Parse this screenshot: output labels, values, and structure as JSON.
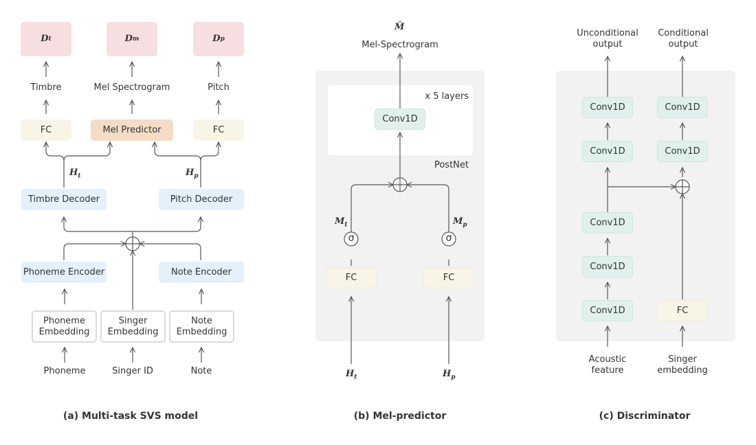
{
  "panel_a": {
    "caption": "(a) Multi-task SVS model",
    "dt": "D",
    "dt_sub": "t",
    "dm": "D",
    "dm_sub": "m",
    "dp": "D",
    "dp_sub": "p",
    "timbre": "Timbre",
    "mel_spec": "Mel Spectrogram",
    "pitch": "Pitch",
    "fc": "FC",
    "mel_predictor": "Mel Predictor",
    "ht": "H",
    "ht_sub": "t",
    "hp": "H",
    "hp_sub": "p",
    "timbre_decoder": "Timbre Decoder",
    "pitch_decoder": "Pitch Decoder",
    "phoneme_encoder": "Phoneme Encoder",
    "note_encoder": "Note Encoder",
    "phoneme_embedding": "Phoneme Embedding",
    "singer_embedding": "Singer Embedding",
    "note_embedding": "Note Embedding",
    "phoneme": "Phoneme",
    "singer_id": "Singer ID",
    "note": "Note"
  },
  "panel_b": {
    "caption": "(b) Mel-predictor",
    "m_hat": "M̂",
    "mel_spectrogram": "Mel-Spectrogram",
    "layers": "x 5 layers",
    "conv1d": "Conv1D",
    "postnet": "PostNet",
    "mt": "M",
    "mt_sub": "t",
    "mp": "M",
    "mp_sub": "p",
    "sigma": "σ",
    "fc": "FC",
    "ht": "H",
    "ht_sub": "t",
    "hp": "H",
    "hp_sub": "p"
  },
  "panel_c": {
    "caption": "(c) Discriminator",
    "unconditional": "Unconditional output",
    "conditional": "Conditional output",
    "conv1d": "Conv1D",
    "fc": "FC",
    "acoustic": "Acoustic feature",
    "singer_emb": "Singer embedding"
  }
}
